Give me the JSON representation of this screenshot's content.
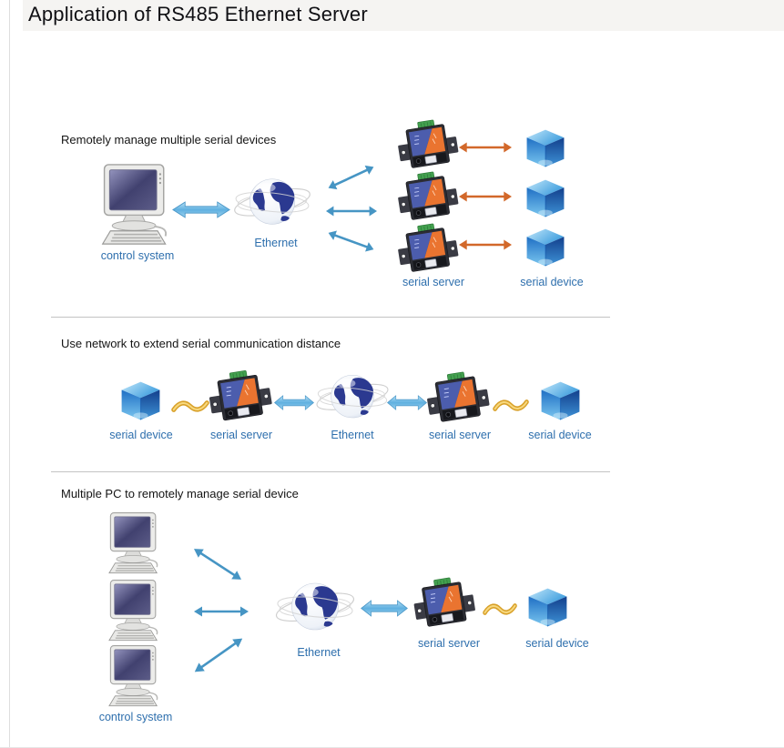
{
  "page": {
    "title": "Application of RS485 Ethernet Server"
  },
  "sections": [
    {
      "heading": "Remotely manage multiple serial devices"
    },
    {
      "heading": "Use network to extend serial communication distance"
    },
    {
      "heading": "Multiple PC to remotely manage serial device"
    }
  ],
  "labels": {
    "control_system": "control system",
    "ethernet": "Ethernet",
    "serial_server": "serial server",
    "serial_device": "serial device"
  },
  "icons": {
    "computer": "desktop-computer-icon",
    "globe": "ethernet-globe-icon",
    "server": "serial-server-device-icon",
    "cube": "serial-device-cube-icon",
    "thick_arrow": "double-arrow-icon",
    "thin_arrow": "thin-double-arrow-icon",
    "wavy_arrow": "serial-wavy-arrow-icon"
  },
  "colors": {
    "titlebar_bg": "#f5f4f2",
    "title_text": "#101014",
    "heading_text": "#141414",
    "label_blue": "#2e6fad",
    "divider": "#c3c3c3",
    "arrow_blue_thin": "#4695c4",
    "arrow_orange": "#d2682a",
    "arrow_blue_thick": "#5fb0e0",
    "arrow_gold": "#dfaa30"
  }
}
